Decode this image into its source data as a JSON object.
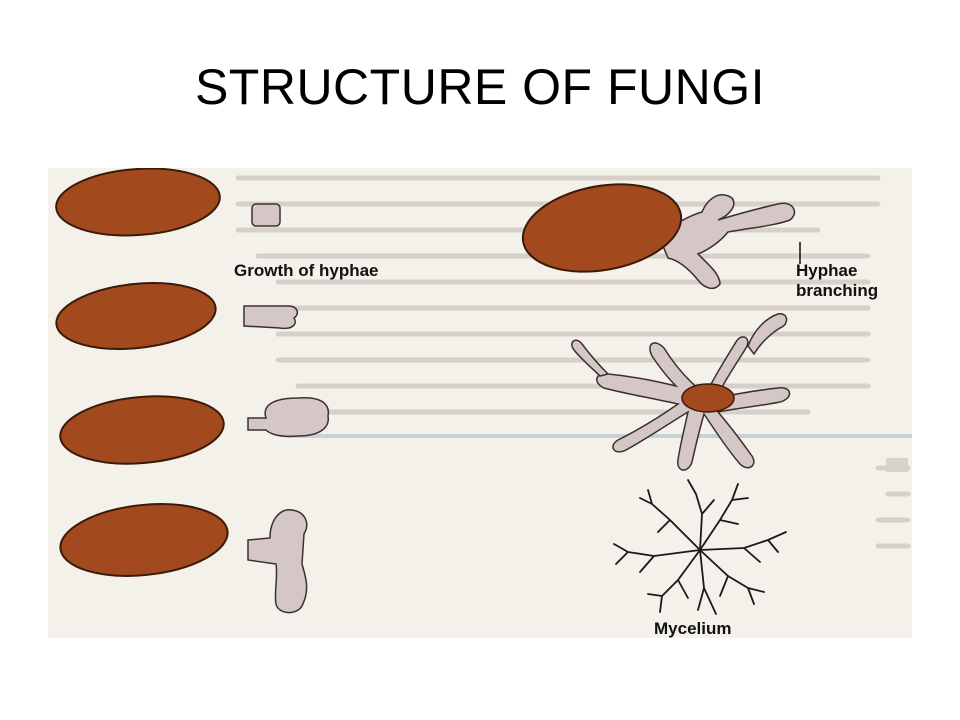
{
  "slide": {
    "title": "STRUCTURE OF FUNGI"
  },
  "figure": {
    "labels": {
      "growth_of_hyphae": "Growth of hyphae",
      "hyphae_branching_line1": "Hyphae",
      "hyphae_branching_line2": "branching",
      "mycelium": "Mycelium"
    },
    "colors": {
      "spore": "#a24a1e",
      "spore_edge": "#3a1a08",
      "hypha": "#d4c7c6",
      "hypha_edge": "#3a3030",
      "page_bg": "#f4f0ea",
      "faded_text": "#c9c3bb"
    }
  }
}
